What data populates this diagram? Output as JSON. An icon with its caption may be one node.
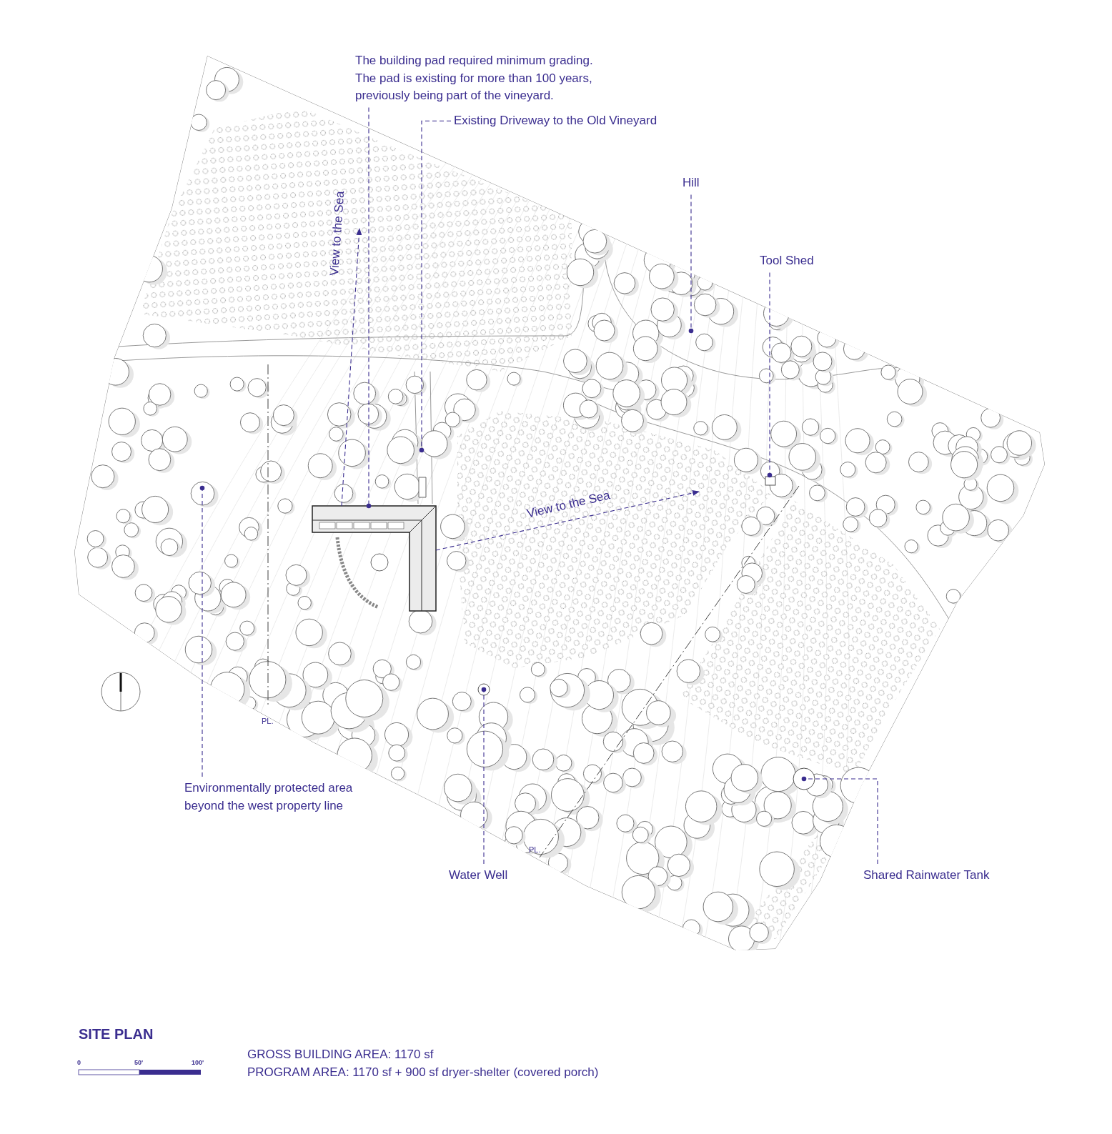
{
  "diagram": {
    "title": "SITE PLAN",
    "nodes": [
      {
        "text": [
          "The building pad required minimum grading. The pad is existing for more than 100 years, previously being part of the vineyard."
        ]
      },
      {
        "text": [
          "Existing Driveway to the Old Vineyard"
        ]
      },
      {
        "text": [
          "Hill"
        ]
      },
      {
        "text": [
          "Tool Shed"
        ]
      },
      {
        "text": [
          "Environmentally protected area beyond the west property line"
        ]
      },
      {
        "text": [
          "Water Well"
        ]
      },
      {
        "text": [
          "Shared Rainwater Tank"
        ]
      },
      {
        "text": [],
        "shape": "box"
      }
    ],
    "edges": [
      {
        "from": 0,
        "to": 7,
        "arrow": "other",
        "style": "dashed"
      },
      {
        "from": 1,
        "to": null,
        "arrow": "other",
        "style": "dashed"
      },
      {
        "from": 2,
        "to": null,
        "arrow": "other",
        "style": "dashed"
      },
      {
        "from": 3,
        "to": null,
        "arrow": "other",
        "style": "dashed"
      },
      {
        "from": 4,
        "to": null,
        "arrow": "other",
        "style": "dashed"
      },
      {
        "from": 5,
        "to": null,
        "arrow": "other",
        "style": "dashed"
      },
      {
        "from": 6,
        "to": null,
        "arrow": "other",
        "style": "dashed"
      },
      {
        "from": 7,
        "to": null,
        "arrow": "to",
        "label": "View to the Sea",
        "style": "dashed"
      },
      {
        "from": 7,
        "to": null,
        "arrow": "to",
        "label": "View to the Sea",
        "style": "dashed"
      }
    ],
    "labels": [
      "PL.",
      "PL.",
      "0",
      "50'",
      "100'",
      "GROSS BUILDING AREA: 1170 sf",
      "PROGRAM AREA: 1170 sf + 900 sf dryer-shelter (covered porch)"
    ]
  }
}
